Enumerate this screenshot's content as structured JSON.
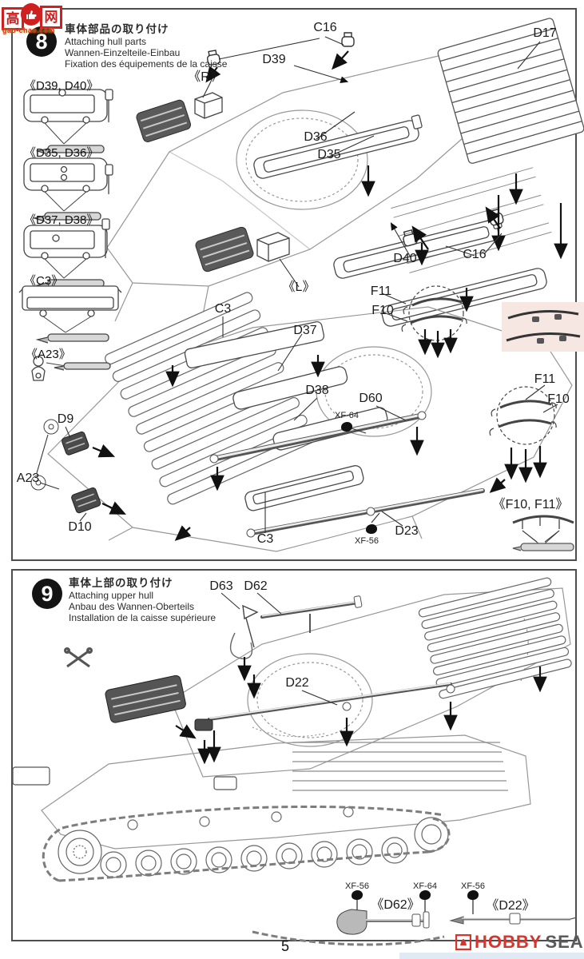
{
  "watermark": {
    "left_char": "高",
    "right_char": "网",
    "url": "gao-chao.com"
  },
  "footer": {
    "page_number": "5",
    "logo_word1": "HOBBY",
    "logo_word2": "SEARCH"
  },
  "step8": {
    "number": "8",
    "titles": {
      "ja": "車体部品の取り付け",
      "en": "Attaching hull parts",
      "de": "Wannen-Einzelteile-Einbau",
      "fr": "Fixation des équipements de la caisse"
    },
    "sidebar": {
      "s1": "《D39, D40》",
      "s2": "《D35, D36》",
      "s3": "《D37, D38》",
      "s4": "《C3》",
      "s5": "《A23》"
    },
    "labels": {
      "c16_top": "C16",
      "d17": "D17",
      "d39": "D39",
      "r": "《R》",
      "d36": "D36",
      "d35": "D35",
      "d40": "D40",
      "c16_mid": "C16",
      "f11_left": "F11",
      "f10_left": "F10",
      "l": "《L》",
      "c3_top": "C3",
      "d37": "D37",
      "d38": "D38",
      "d60": "D60",
      "xf64": "XF-64",
      "f11_right": "F11",
      "f10_right": "F10",
      "d9": "D9",
      "a23": "A23",
      "d10": "D10",
      "c3_bottom": "C3",
      "xf56": "XF-56",
      "d23": "D23",
      "f10f11": "《F10, F11》"
    }
  },
  "step9": {
    "number": "9",
    "titles": {
      "ja": "車体上部の取り付け",
      "en": "Attaching upper hull",
      "de": "Anbau des Wannen-Oberteils",
      "fr": "Installation de la caisse supérieure"
    },
    "labels": {
      "d63": "D63",
      "d62": "D62",
      "d22": "D22",
      "xf56_a": "XF-56",
      "d62_tool": "《D62》",
      "xf64_b": "XF-64",
      "xf56_c": "XF-56",
      "d22_tool": "《D22》"
    }
  }
}
